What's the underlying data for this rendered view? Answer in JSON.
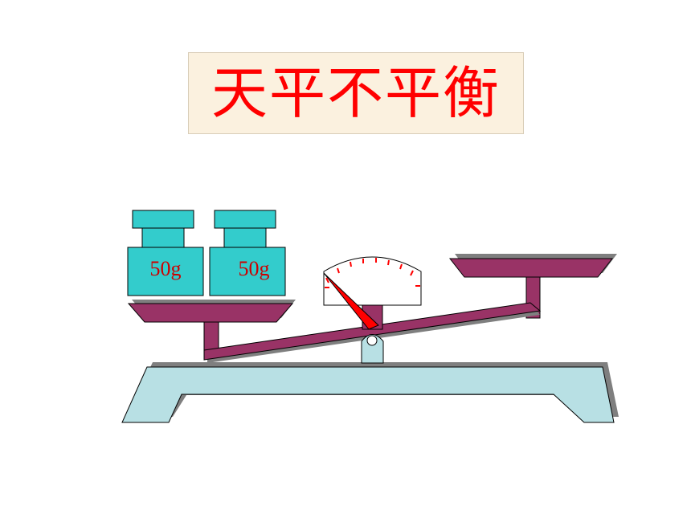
{
  "title": "天平不平衡",
  "weights": [
    {
      "label": "50g"
    },
    {
      "label": "50g"
    }
  ],
  "colors": {
    "title_text": "#ff0000",
    "title_bg": "#fbf1df",
    "weight_fill": "#33cccc",
    "beam_fill": "#993366",
    "base_fill": "#b8e0e4",
    "pointer": "#ff0000",
    "shadow": "#808080"
  }
}
